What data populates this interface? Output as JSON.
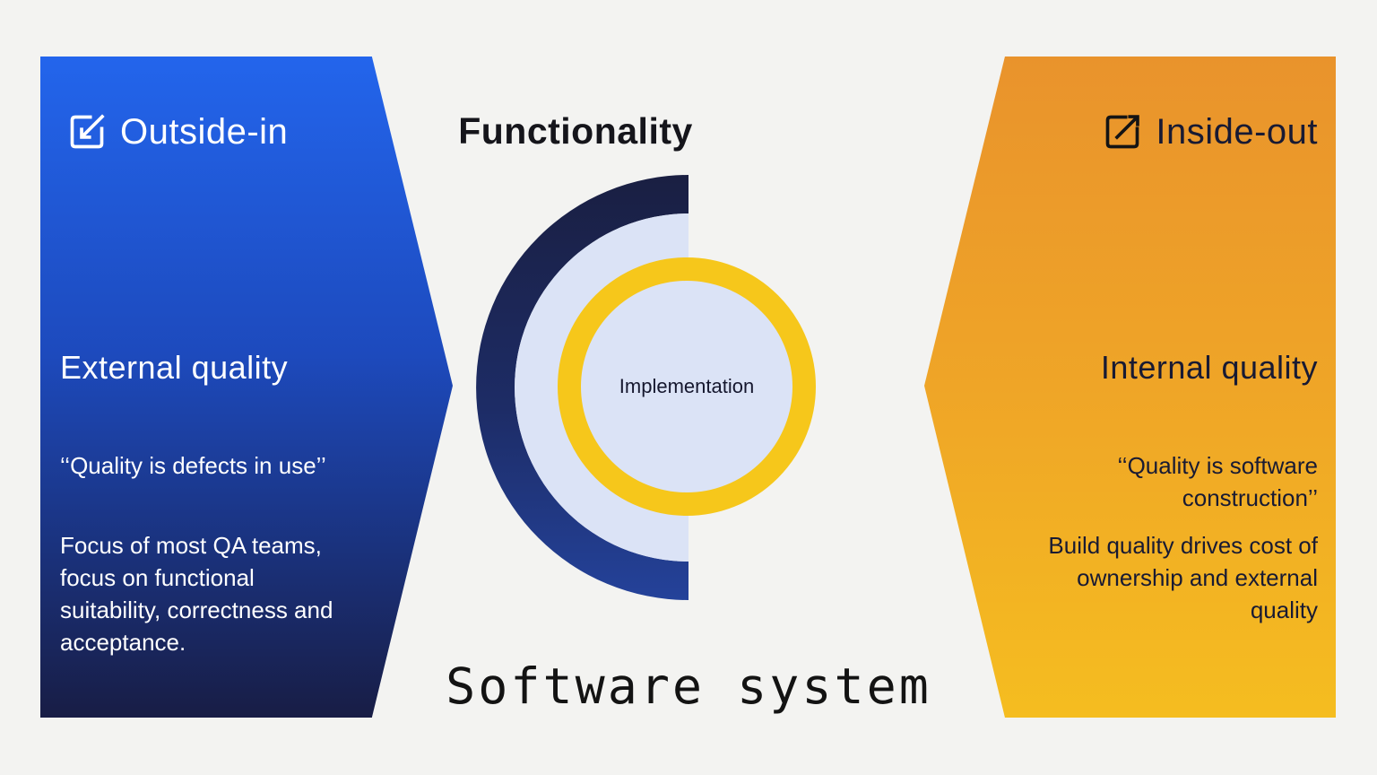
{
  "background_color": "#f3f3f1",
  "left_panel": {
    "heading": "Outside-in",
    "icon": "arrow-into-square",
    "subheading": "External quality",
    "quote": "‘‘Quality is defects in use’’",
    "body": "Focus of most QA teams,\nfocus on functional\nsuitability, correctness and\nacceptance.",
    "colors": {
      "gradient_top": "#2365ec",
      "gradient_bottom": "#181d45",
      "text": "#ffffff"
    }
  },
  "right_panel": {
    "heading": "Inside-out",
    "icon": "arrow-out-of-square",
    "subheading": "Internal quality",
    "quote": "‘‘Quality is software\nconstruction’’",
    "body": "Build quality drives cost of\nownership and external\nquality",
    "colors": {
      "gradient_top": "#e9932c",
      "gradient_bottom": "#f5bd20",
      "text": "#181a33"
    }
  },
  "diagram": {
    "outer_label": "Functionality",
    "inner_label": "Implementation",
    "bottom_label": "Software system",
    "colors": {
      "outer_arc_top": "#1a1f42",
      "outer_arc_bottom": "#24429a",
      "inner_disc": "#dbe3f6",
      "yellow_ring": "#f6c71b",
      "label_text": "#15172e"
    }
  }
}
